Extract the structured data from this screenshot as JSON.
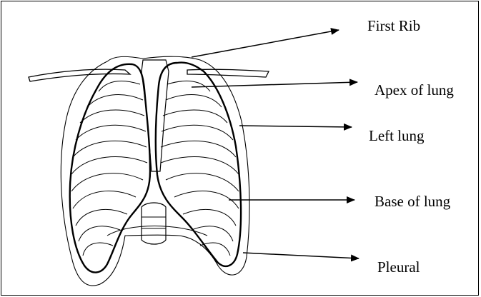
{
  "diagram": {
    "labels": {
      "first_rib": "First Rib",
      "apex_of_lung": "Apex of lung",
      "left_lung": "Left lung",
      "base_of_lung": "Base of lung",
      "pleural": "Pleural"
    },
    "colors": {
      "line": "#000000",
      "background": "#ffffff"
    }
  }
}
